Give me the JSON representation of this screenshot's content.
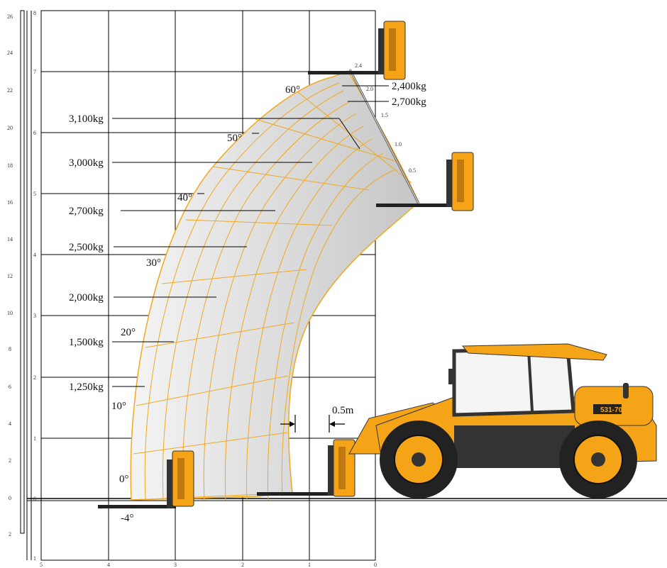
{
  "axes": {
    "feet_ticks": [
      "26",
      "24",
      "22",
      "20",
      "18",
      "16",
      "14",
      "12",
      "10",
      "8",
      "6",
      "4",
      "2",
      "0",
      "2"
    ],
    "metre_ticks": [
      "8",
      "7",
      "6",
      "5",
      "4",
      "3",
      "2",
      "1",
      "0",
      "1"
    ],
    "x_ticks": [
      "5",
      "4",
      "3",
      "2",
      "1",
      "0"
    ]
  },
  "loads": [
    "3,100kg",
    "3,000kg",
    "2,700kg",
    "2,500kg",
    "2,000kg",
    "1,500kg",
    "1,250kg"
  ],
  "top_loads": [
    "2,400kg",
    "2,700kg"
  ],
  "angles": [
    "60°",
    "50°",
    "40°",
    "30°",
    "20°",
    "10°",
    "0°",
    "-4°"
  ],
  "boom_marks": [
    "2.4",
    "2.0",
    "1.5",
    "1.0",
    "0.5"
  ],
  "offset_label": "0.5m",
  "machine_badge": "531-70",
  "colors": {
    "envelope_fill": "#d7d7d7",
    "envelope_line": "#f0a820",
    "machine": "#f5a418",
    "grid": "#000000"
  }
}
